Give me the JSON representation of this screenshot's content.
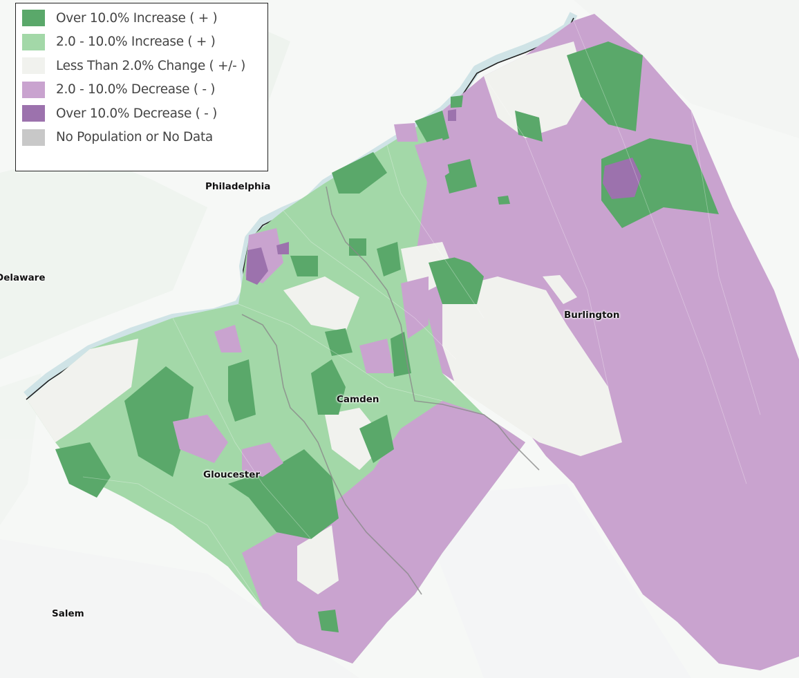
{
  "colors": {
    "over_increase": "#5aa86a",
    "mid_increase": "#a3d8a8",
    "little_change": "#f1f2ee",
    "mid_decrease": "#c9a3cf",
    "over_decrease": "#9c72ad",
    "no_data": "#c8c8c8",
    "basemap": "#f5f7f5",
    "river": "#cfe3e6"
  },
  "legend": {
    "items": [
      {
        "label": "Over 10.0% Increase ( + )",
        "color": "#5aa86a"
      },
      {
        "label": "2.0 - 10.0% Increase ( + )",
        "color": "#a3d8a8"
      },
      {
        "label": "Less Than 2.0% Change ( +/- )",
        "color": "#f1f2ee"
      },
      {
        "label": "2.0 - 10.0% Decrease ( - )",
        "color": "#c9a3cf"
      },
      {
        "label": "Over 10.0% Decrease ( - )",
        "color": "#9c72ad"
      },
      {
        "label": "No Population or No Data",
        "color": "#c8c8c8"
      }
    ]
  },
  "labels": {
    "philadelphia": "Philadelphia",
    "delaware": "Delaware",
    "burlington": "Burlington",
    "camden": "Camden",
    "gloucester": "Gloucester",
    "salem": "Salem"
  }
}
